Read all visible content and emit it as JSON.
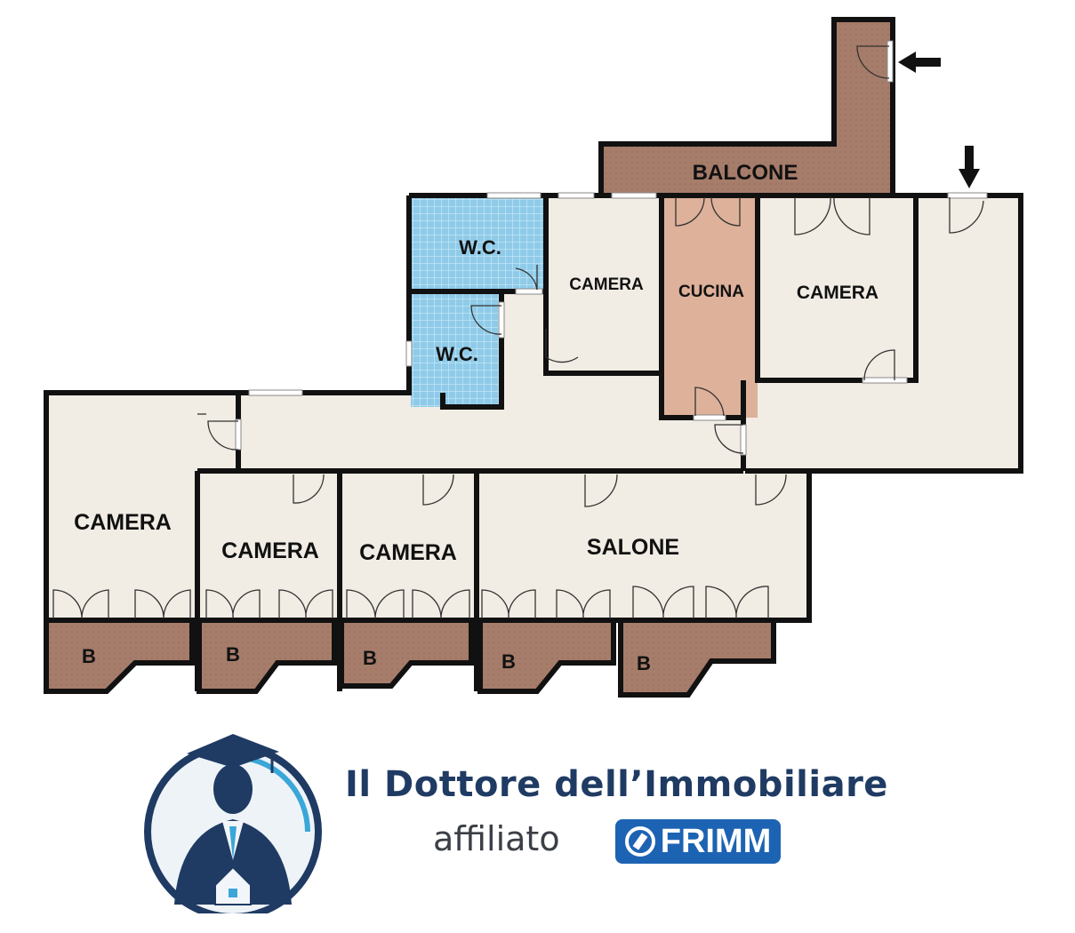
{
  "floorplan": {
    "rooms": {
      "balcone": "BALCONE",
      "wc_upper": "W.C.",
      "wc_lower": "W.C.",
      "camera_top_left": "CAMERA",
      "cucina": "CUCINA",
      "camera_top_right": "CAMERA",
      "camera_left": "CAMERA",
      "camera_mid1": "CAMERA",
      "camera_mid2": "CAMERA",
      "salone": "SALONE",
      "balcony_1": "B",
      "balcony_2": "B",
      "balcony_3": "B",
      "balcony_4": "B",
      "balcony_5": "B"
    },
    "colors": {
      "wall": "#111111",
      "floor": "#f1ece4",
      "balcony": "#a67c6a",
      "bathroom": "#8fcbe9",
      "kitchen": "#deb19a"
    }
  },
  "branding": {
    "company": "Il Dottore dell’Immobiliare",
    "affiliation": "affiliato",
    "partner": "FRIMM"
  }
}
